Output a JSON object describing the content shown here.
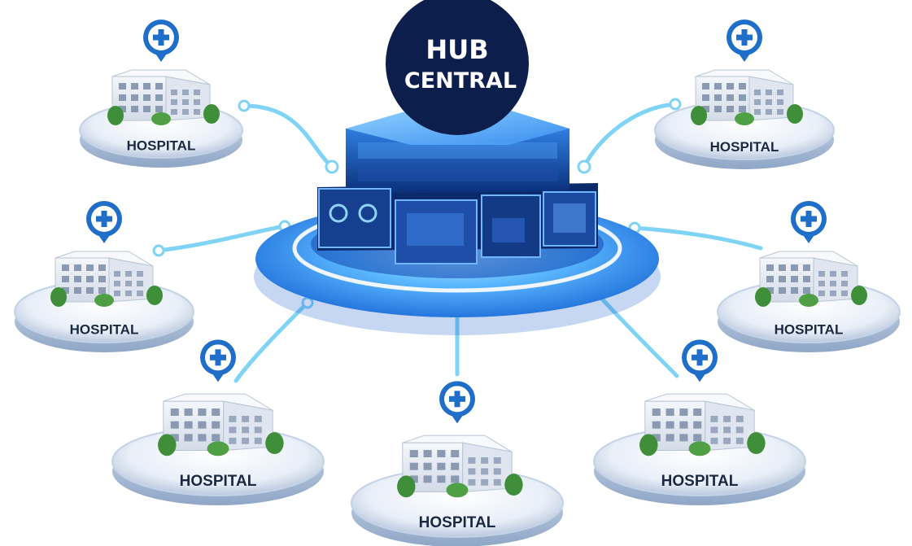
{
  "hub": {
    "line1": "HUB",
    "line2": "CENTRAL"
  },
  "colors": {
    "hub_circle": "#0c1f4c",
    "connector": "#7fd3f5",
    "pin": "#1f6fc8",
    "label": "#1a2840"
  },
  "hospitals": [
    {
      "label": "HOSPITAL",
      "icon": "medical-cross-pin-icon"
    },
    {
      "label": "HOSPITAL",
      "icon": "medical-cross-pin-icon"
    },
    {
      "label": "HOSPITAL",
      "icon": "medical-cross-pin-icon"
    },
    {
      "label": "HOSPITAL",
      "icon": "medical-cross-pin-icon"
    },
    {
      "label": "HOSPITAL",
      "icon": "medical-cross-pin-icon"
    },
    {
      "label": "HOSPITAL",
      "icon": "medical-cross-pin-icon"
    },
    {
      "label": "HOSPITAL",
      "icon": "medical-cross-pin-icon"
    }
  ]
}
